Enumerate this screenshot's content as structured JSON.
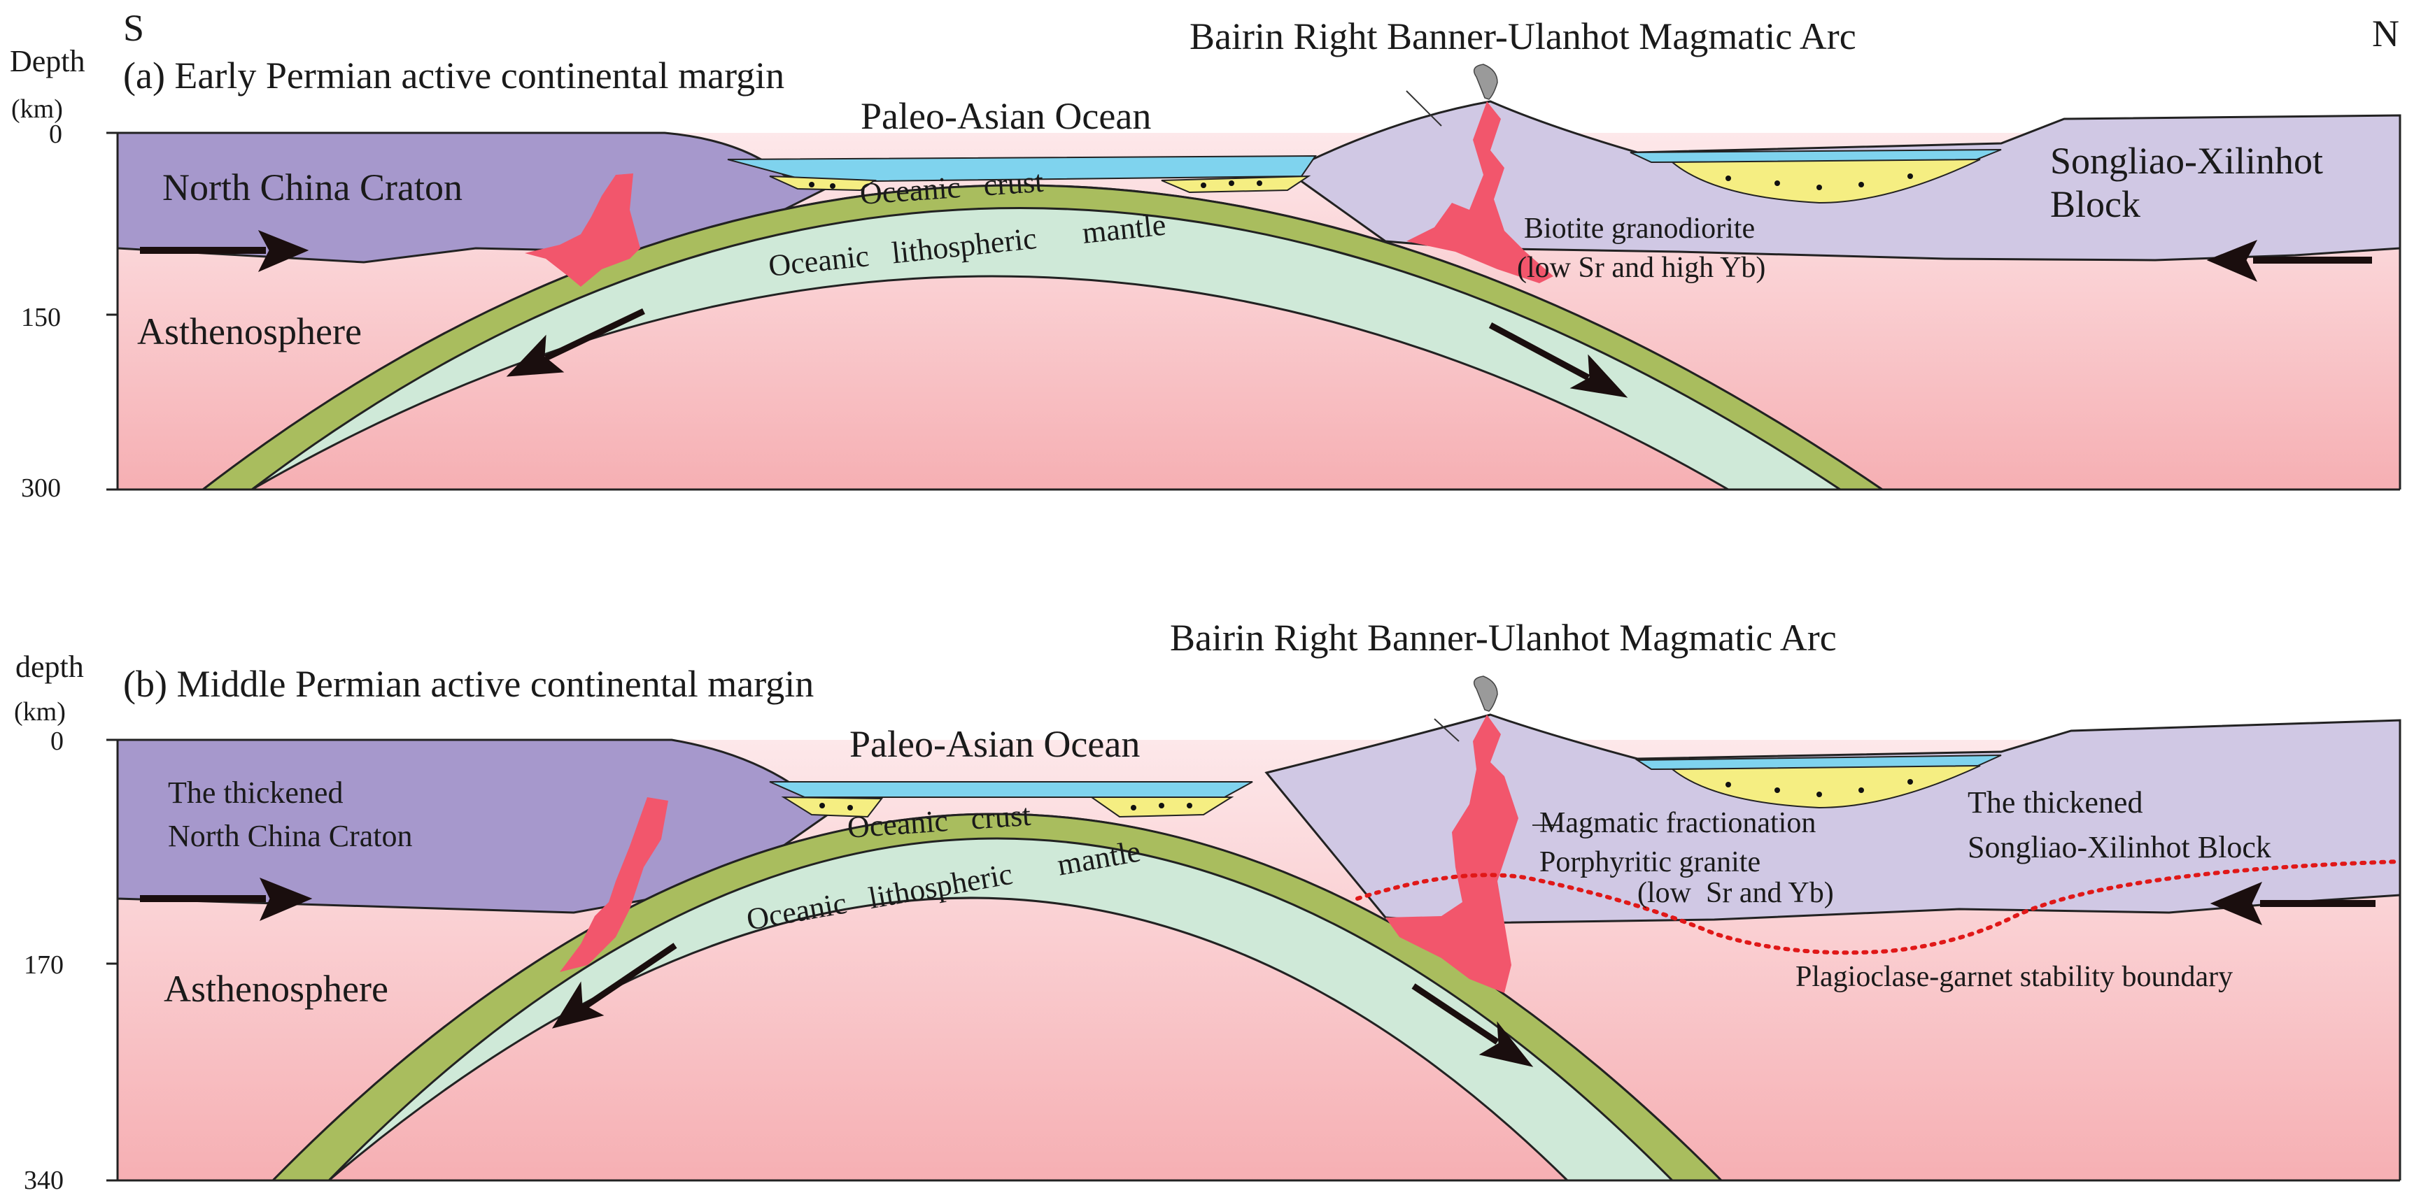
{
  "compass": {
    "south": "S",
    "north": "N"
  },
  "panel_a": {
    "title": "(a) Early Permian active continental margin",
    "axis_label_1": "Depth",
    "axis_label_2": "(km)",
    "ticks": [
      "0",
      "150",
      "300"
    ],
    "arc": "Bairin Right Banner-Ulanhot Magmatic Arc",
    "ocean": "Paleo-Asian Ocean",
    "craton": "North China Craton",
    "block_1": "Songliao-Xilinhot",
    "block_2": "Block",
    "asthenosphere": "Asthenosphere",
    "oceanic_crust": "Oceanic   crust",
    "lithospheric_mantle": "Oceanic   lithospheric      mantle",
    "granite_1": "Biotite granodiorite",
    "granite_2": "(low Sr and high Yb)"
  },
  "panel_b": {
    "title": "(b) Middle Permian active continental margin",
    "axis_label_1": "depth",
    "axis_label_2": "(km)",
    "ticks": [
      "0",
      "170",
      "340"
    ],
    "arc": "Bairin Right Banner-Ulanhot Magmatic Arc",
    "ocean": "Paleo-Asian Ocean",
    "craton_1": "The thickened",
    "craton_2": "North China Craton",
    "block_1": "The thickened",
    "block_2": "Songliao-Xilinhot Block",
    "asthenosphere": "Asthenosphere",
    "oceanic_crust": "Oceanic   crust",
    "lithospheric_mantle": "Oceanic   lithospheric      mantle",
    "granite_1": "Magmatic fractionation",
    "granite_2": "Porphyritic granite",
    "granite_3": "(low  Sr and Yb)",
    "boundary": "Plagioclase-garnet stability boundary"
  },
  "colors": {
    "craton": "#a698cc",
    "block": "#d0c8e4",
    "ocean": "#7fd3ee",
    "sediment": "#f5ee82",
    "crust": "#a9bd5e",
    "mantle": "#cfe9d8",
    "asthenosphere_top": "#fde8ea",
    "asthenosphere_bottom": "#f7b3b6",
    "magma": "#f2566c",
    "boundary": "#e01818",
    "ash": "#9a9a9a"
  }
}
